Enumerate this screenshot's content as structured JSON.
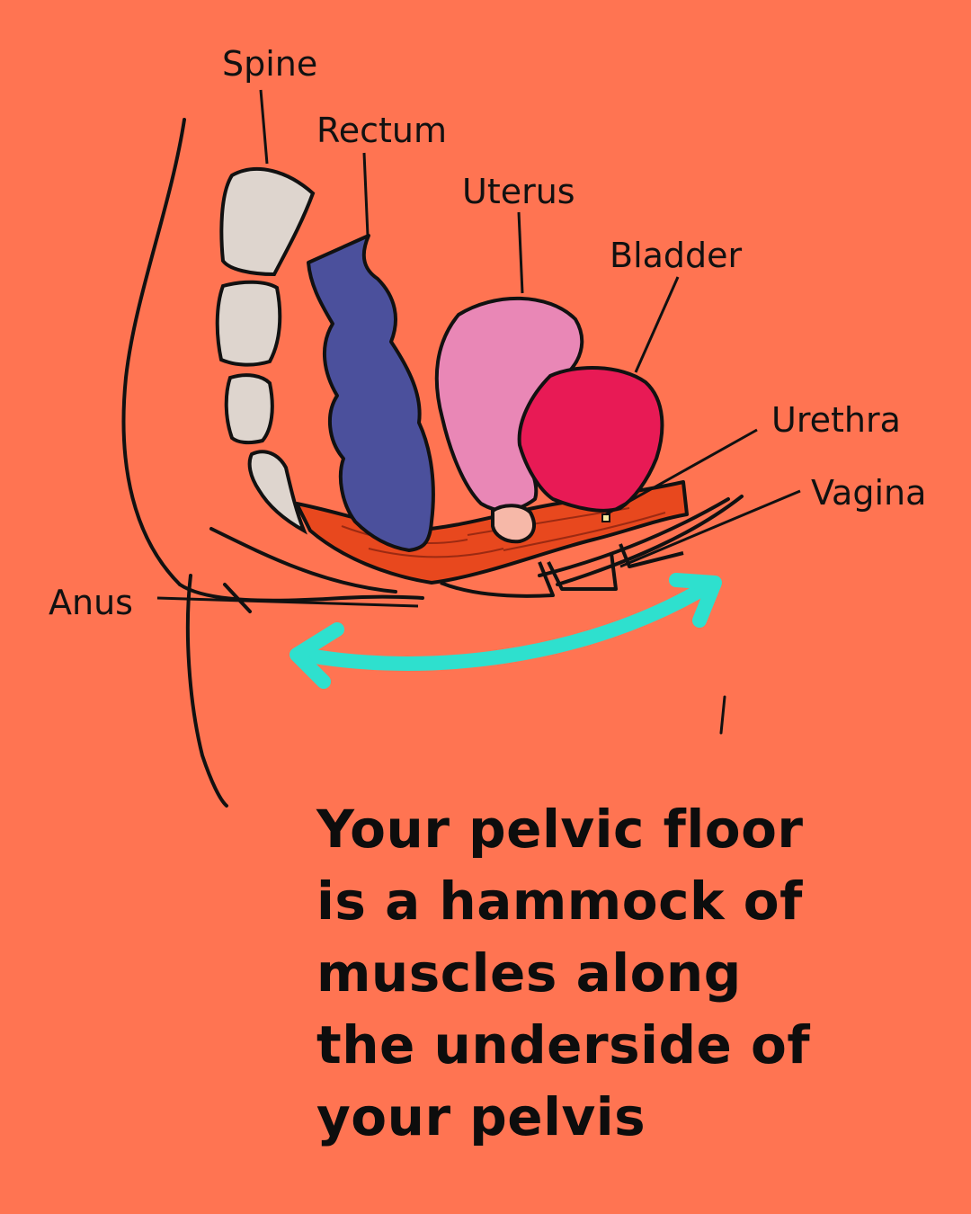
{
  "labels": {
    "spine": "Spine",
    "rectum": "Rectum",
    "uterus": "Uterus",
    "bladder": "Bladder",
    "urethra": "Urethra",
    "vagina": "Vagina",
    "anus": "Anus"
  },
  "caption": [
    "Your pelvic floor",
    "is a hammock of",
    "muscles along",
    "the underside of",
    "your pelvis"
  ],
  "colors": {
    "background": "#FF7452",
    "spine": "#DED5CE",
    "rectum": "#4B509C",
    "uterus": "#E987B6",
    "cervix": "#F6B8A8",
    "bladder": "#E81A55",
    "muscle": "#E8481E",
    "arrow": "#2EE0CE",
    "outline": "#111111"
  }
}
